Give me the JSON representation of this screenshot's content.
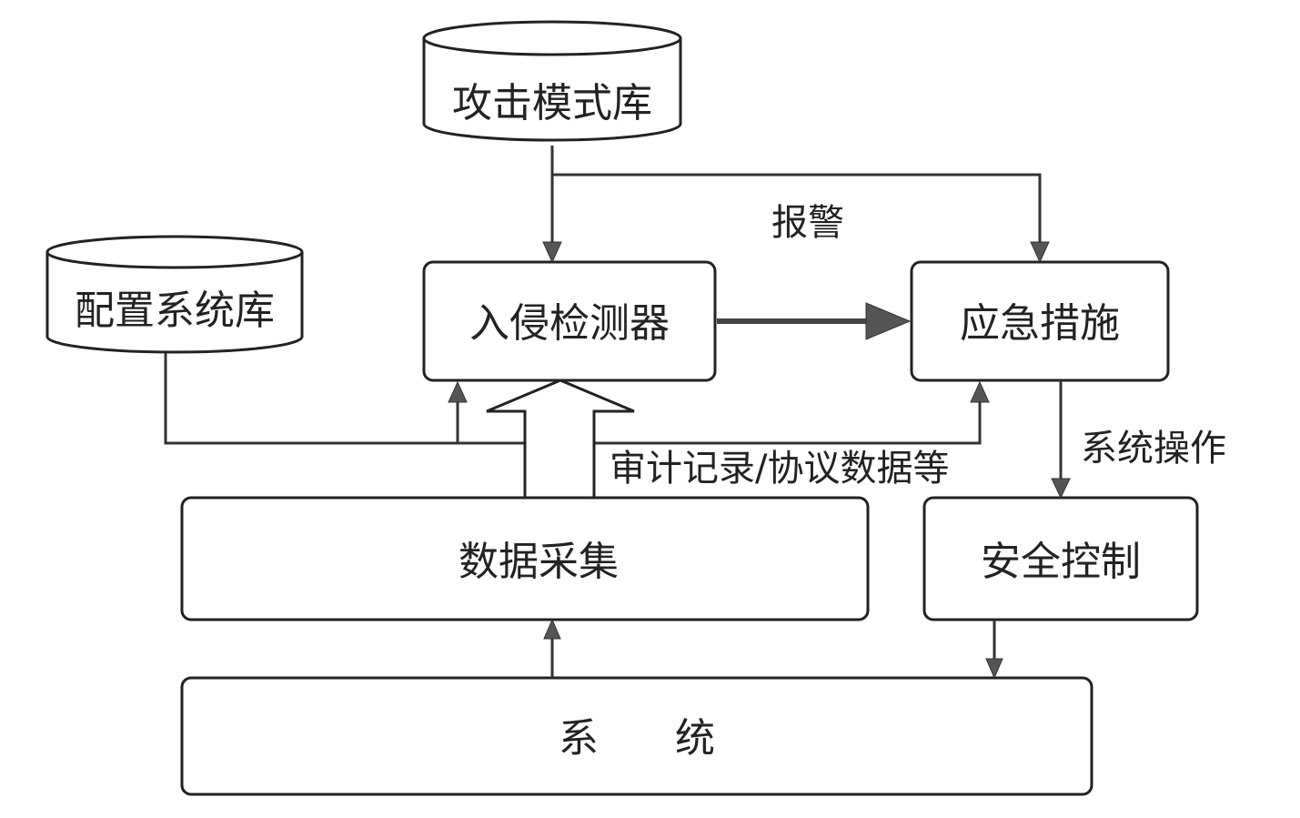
{
  "diagram": {
    "nodes": {
      "attack_db": "攻击模式库",
      "config_db": "配置系统库",
      "ids": "入侵检测器",
      "response": "应急措施",
      "data_collect": "数据采集",
      "security_ctrl": "安全控制",
      "system": "系      统"
    },
    "edges": {
      "alarm": "报警",
      "audit_data": "审计记录/协议数据等",
      "sys_ops": "系统操作"
    }
  }
}
